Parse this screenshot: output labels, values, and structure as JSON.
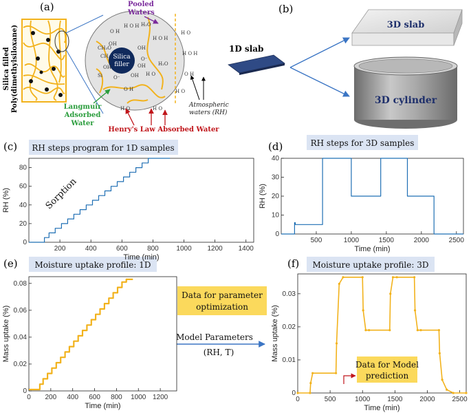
{
  "panels": {
    "a": "(a)",
    "b": "(b)",
    "c": "(c)",
    "d": "(d)",
    "e": "(e)",
    "f": "(f)"
  },
  "panel_a": {
    "material_label": "Silica filled Poly(dimethylsiloxane)",
    "pooled_waters": "Pooled Waters",
    "silica_filler": "Silica filler",
    "langmuir": "Langmuir Adsorbed Water",
    "henry": "Henry's Law Absorbed Water",
    "atmospheric": "Atmospheric waters (RH)"
  },
  "panel_b": {
    "slab_1d": "1D slab",
    "slab_3d": "3D slab",
    "cylinder_3d": "3D cylinder"
  },
  "colors": {
    "series_line": "#1f6fb4",
    "uptake": "#f2b21c",
    "title_box": "#dbe4f3",
    "callout_box": "#fbd95c",
    "langmuir": "#2a9d3c",
    "henry": "#c0151a",
    "pooled": "#7a2a9c",
    "slab": "#2f4a85",
    "arrow_blue": "#3b75c4"
  },
  "middle": {
    "data_opt": "Data for parameter optimization",
    "model_params": "Model Parameters",
    "rh_t": "(RH, T)",
    "data_pred": "Data for Model prediction"
  },
  "chart_data": [
    {
      "id": "c",
      "type": "line",
      "title": "RH steps program for 1D samples",
      "xlabel": "Time (min)",
      "ylabel": "RH (%)",
      "xlim": [
        0,
        1450
      ],
      "ylim": [
        0,
        90
      ],
      "xticks": [
        200,
        400,
        600,
        800,
        1000,
        1200,
        1400
      ],
      "yticks": [
        0,
        20,
        40,
        60,
        80
      ],
      "annotation": "Sorption",
      "series": [
        {
          "x": [
            0,
            100,
            100,
            130,
            130,
            170,
            170,
            210,
            210,
            250,
            250,
            290,
            290,
            330,
            330,
            370,
            370,
            410,
            410,
            450,
            450,
            490,
            490,
            530,
            530,
            570,
            570,
            610,
            610,
            650,
            650,
            690,
            690,
            730,
            730,
            770,
            770,
            810,
            810,
            850,
            850,
            890,
            890,
            910
          ],
          "y": [
            0,
            0,
            5,
            5,
            10,
            10,
            15,
            15,
            20,
            20,
            25,
            25,
            30,
            30,
            35,
            35,
            40,
            40,
            45,
            45,
            50,
            50,
            55,
            55,
            60,
            60,
            65,
            65,
            70,
            70,
            75,
            75,
            80,
            80,
            85,
            85,
            90,
            90,
            90,
            90,
            90,
            90,
            90,
            90
          ]
        }
      ]
    },
    {
      "id": "d",
      "type": "line",
      "title": "RH steps for 3D samples",
      "xlabel": "Time (min)",
      "ylabel": "RH (%)",
      "xlim": [
        0,
        2600
      ],
      "ylim": [
        0,
        40
      ],
      "xticks": [
        500,
        1000,
        1500,
        2000,
        2500
      ],
      "yticks": [
        0,
        10,
        20,
        30,
        40
      ],
      "series": [
        {
          "x": [
            0,
            190,
            190,
            200,
            200,
            590,
            590,
            1000,
            1000,
            1420,
            1420,
            1800,
            1800,
            2180,
            2180,
            2600
          ],
          "y": [
            0,
            0,
            6,
            6,
            5,
            5,
            40,
            40,
            20,
            20,
            40,
            40,
            20,
            20,
            0,
            0
          ]
        }
      ]
    },
    {
      "id": "e",
      "type": "line",
      "title": "Moisture uptake profile: 1D",
      "xlabel": "Time (min)",
      "ylabel": "Mass uptake (%)",
      "xlim": [
        0,
        1350
      ],
      "ylim": [
        0,
        0.085
      ],
      "xticks": [
        0,
        200,
        400,
        600,
        800,
        1000,
        1200
      ],
      "yticks": [
        0,
        0.02,
        0.04,
        0.06,
        0.08
      ],
      "series": [
        {
          "x": [
            0,
            100,
            100,
            130,
            130,
            170,
            170,
            210,
            210,
            250,
            250,
            290,
            290,
            330,
            330,
            370,
            370,
            410,
            410,
            450,
            450,
            490,
            490,
            530,
            530,
            570,
            570,
            610,
            610,
            650,
            650,
            690,
            690,
            730,
            730,
            770,
            770,
            810,
            810,
            850,
            850,
            890,
            890,
            950
          ],
          "y": [
            0.001,
            0.001,
            0.005,
            0.005,
            0.009,
            0.009,
            0.013,
            0.013,
            0.017,
            0.017,
            0.021,
            0.021,
            0.025,
            0.025,
            0.029,
            0.029,
            0.033,
            0.033,
            0.037,
            0.037,
            0.041,
            0.041,
            0.045,
            0.045,
            0.049,
            0.049,
            0.053,
            0.053,
            0.057,
            0.057,
            0.061,
            0.061,
            0.065,
            0.065,
            0.069,
            0.069,
            0.073,
            0.073,
            0.077,
            0.077,
            0.081,
            0.081,
            0.083,
            0.083
          ]
        }
      ]
    },
    {
      "id": "f",
      "type": "line",
      "title": "Moisture uptake profile: 3D",
      "xlabel": "Time (min)",
      "ylabel": "Mass uptake (%)",
      "xlim": [
        0,
        2600
      ],
      "ylim": [
        0,
        0.036
      ],
      "xticks": [
        0,
        500,
        1000,
        1500,
        2000,
        2500
      ],
      "yticks": [
        0,
        0.01,
        0.02,
        0.03
      ],
      "series": [
        {
          "x": [
            0,
            190,
            200,
            230,
            590,
            600,
            640,
            700,
            1000,
            1010,
            1050,
            1100,
            1420,
            1430,
            1470,
            1530,
            1800,
            1810,
            1850,
            1900,
            2180,
            2190,
            2230,
            2300,
            2400,
            2600
          ],
          "y": [
            0,
            0,
            0.003,
            0.006,
            0.006,
            0.015,
            0.033,
            0.035,
            0.035,
            0.025,
            0.019,
            0.019,
            0.019,
            0.03,
            0.035,
            0.035,
            0.035,
            0.025,
            0.019,
            0.019,
            0.019,
            0.012,
            0.004,
            0.001,
            0,
            0
          ]
        }
      ]
    }
  ]
}
